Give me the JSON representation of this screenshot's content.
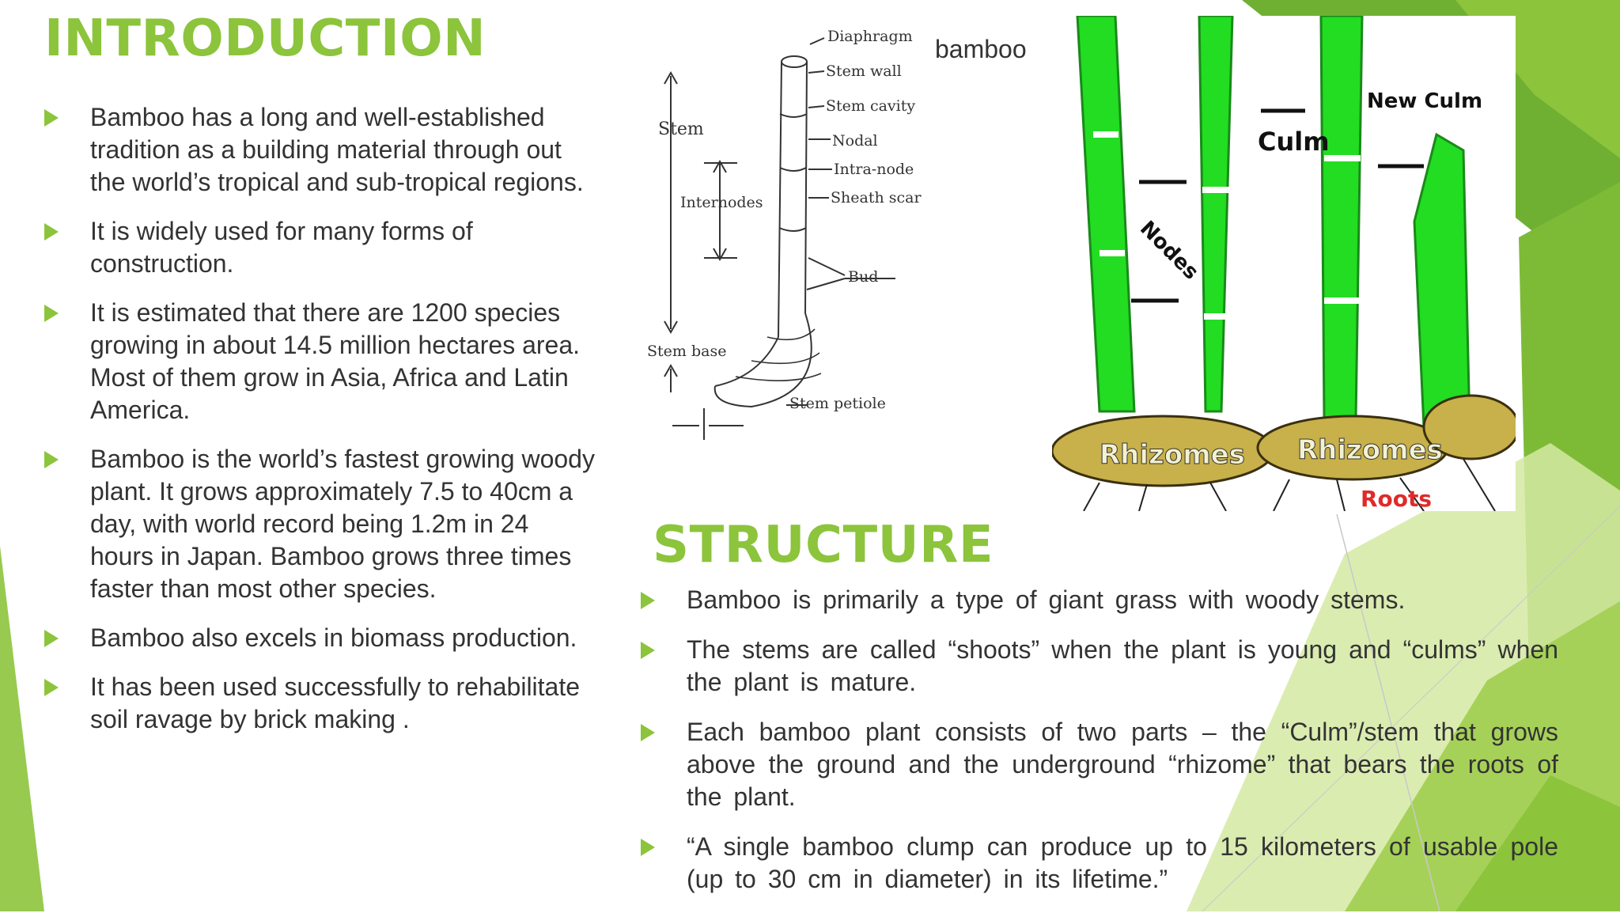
{
  "intro": {
    "title": "INTRODUCTION",
    "bullets": [
      "Bamboo has a long and well-established tradition as a building material through out the world’s tropical and sub-tropical regions.",
      " It is widely used for many forms of construction.",
      "It is estimated that there are 1200 species growing in about 14.5 million hectares area. Most of them grow in Asia, Africa and Latin America.",
      " Bamboo is the world’s fastest growing woody plant. It grows approximately 7.5 to 40cm a day, with world record being 1.2m in 24 hours in Japan. Bamboo grows three times faster than most other species.",
      " Bamboo also excels in biomass production.",
      "It has been used successfully to rehabilitate soil ravage by brick making ."
    ]
  },
  "structure": {
    "title": "STRUCTURE",
    "bullets": [
      "Bamboo is primarily a type of giant grass with woody stems.",
      "The stems are called “shoots” when the plant is young and “culms” when the plant is mature.",
      "Each bamboo plant consists of two parts – the “Culm”/stem that grows above the ground and the underground “rhizome” that bears the roots of the plant.",
      "“A single bamboo clump can produce up to 15 kilometers of usable pole (up to 30 cm in diameter) in its lifetime.”"
    ]
  },
  "diagram": {
    "caption": "bamboo",
    "labels": {
      "diaphragm": "Diaphragm",
      "stem_wall": "Stem wall",
      "stem_cavity": "Stem cavity",
      "nodal": "Nodal",
      "intra_node": "Intra-node",
      "sheath_scar": "Sheath scar",
      "bud": "Bud",
      "stem": "Stem",
      "internodes": "Internodes",
      "stem_base": "Stem base",
      "stem_petiole": "Stem petiole"
    }
  },
  "photo": {
    "labels": {
      "culm": "Culm",
      "new_culm": "New Culm",
      "nodes": "Nodes",
      "rhizomes_1": "Rhizomes",
      "rhizomes_2": "Rhizomes",
      "roots": "Roots"
    }
  },
  "colors": {
    "accent": "#8cc43c",
    "dark_green": "#5ea12a",
    "light_green": "#c9e28a",
    "bamboo_green": "#22dd22"
  }
}
